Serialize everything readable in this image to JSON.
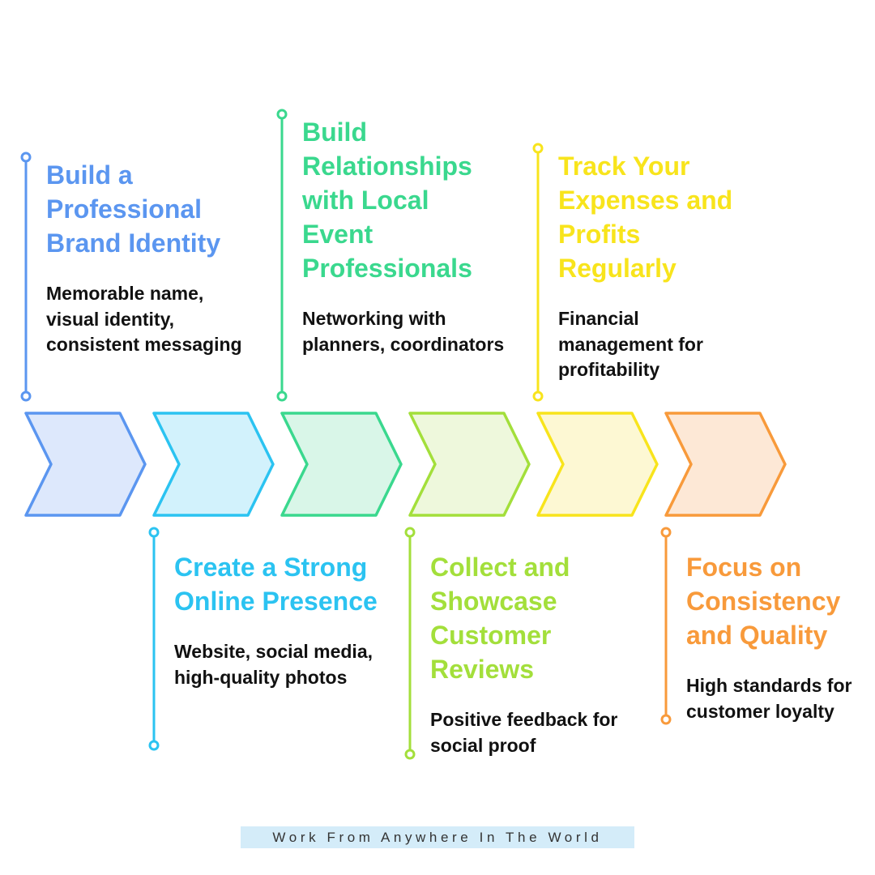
{
  "steps": [
    {
      "title": "Build a Professional Brand Identity",
      "description": "Memorable name, visual identity, consistent messaging",
      "color": "#5b96f0",
      "fill": "#dde8fc"
    },
    {
      "title": "Create a Strong Online Presence",
      "description": "Website, social media, high-quality photos",
      "color": "#2bc3f1",
      "fill": "#d2f2fc"
    },
    {
      "title": "Build Relationships with Local Event Professionals",
      "description": "Networking with planners, coordinators",
      "color": "#3ad88e",
      "fill": "#d9f6e8"
    },
    {
      "title": "Collect and Showcase Customer Reviews",
      "description": "Positive feedback for social proof",
      "color": "#a3df3b",
      "fill": "#eef8dc"
    },
    {
      "title": "Track Your Expenses and Profits Regularly",
      "description": "Financial management for profitability",
      "color": "#f8e41c",
      "fill": "#fdf8d3"
    },
    {
      "title": "Focus on Consistency and Quality",
      "description": "High standards for customer loyalty",
      "color": "#f89a3b",
      "fill": "#fde8d6"
    }
  ],
  "footer": {
    "text": "Work From Anywhere In The World"
  }
}
